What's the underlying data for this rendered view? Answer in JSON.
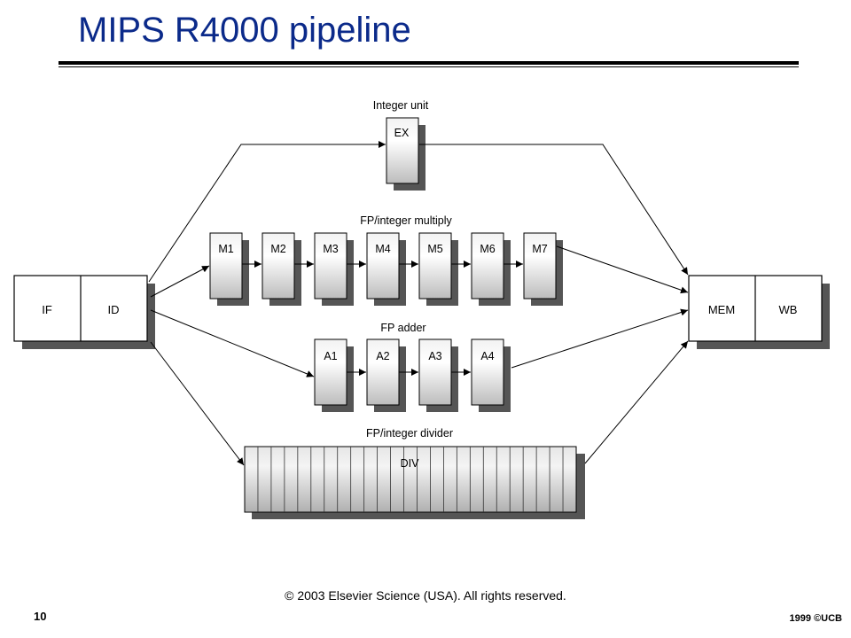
{
  "slide": {
    "title": "MIPS R4000 pipeline",
    "copyright": "© 2003 Elsevier Science (USA). All rights reserved.",
    "slide_number": "10",
    "footer_right": "1999 ©UCB"
  },
  "diagram": {
    "front": [
      "IF",
      "ID"
    ],
    "back": [
      "MEM",
      "WB"
    ],
    "units": {
      "integer": {
        "title": "Integer unit",
        "stages": [
          "EX"
        ]
      },
      "multiply": {
        "title": "FP/integer multiply",
        "stages": [
          "M1",
          "M2",
          "M3",
          "M4",
          "M5",
          "M6",
          "M7"
        ]
      },
      "adder": {
        "title": "FP adder",
        "stages": [
          "A1",
          "A2",
          "A3",
          "A4"
        ]
      },
      "divider": {
        "title": "FP/integer divider",
        "stage": "DIV",
        "segments": 25
      }
    },
    "colors": {
      "stage_fill": "#cfcfcf",
      "shadow": "#555555",
      "title": "#0b2a8a"
    }
  }
}
